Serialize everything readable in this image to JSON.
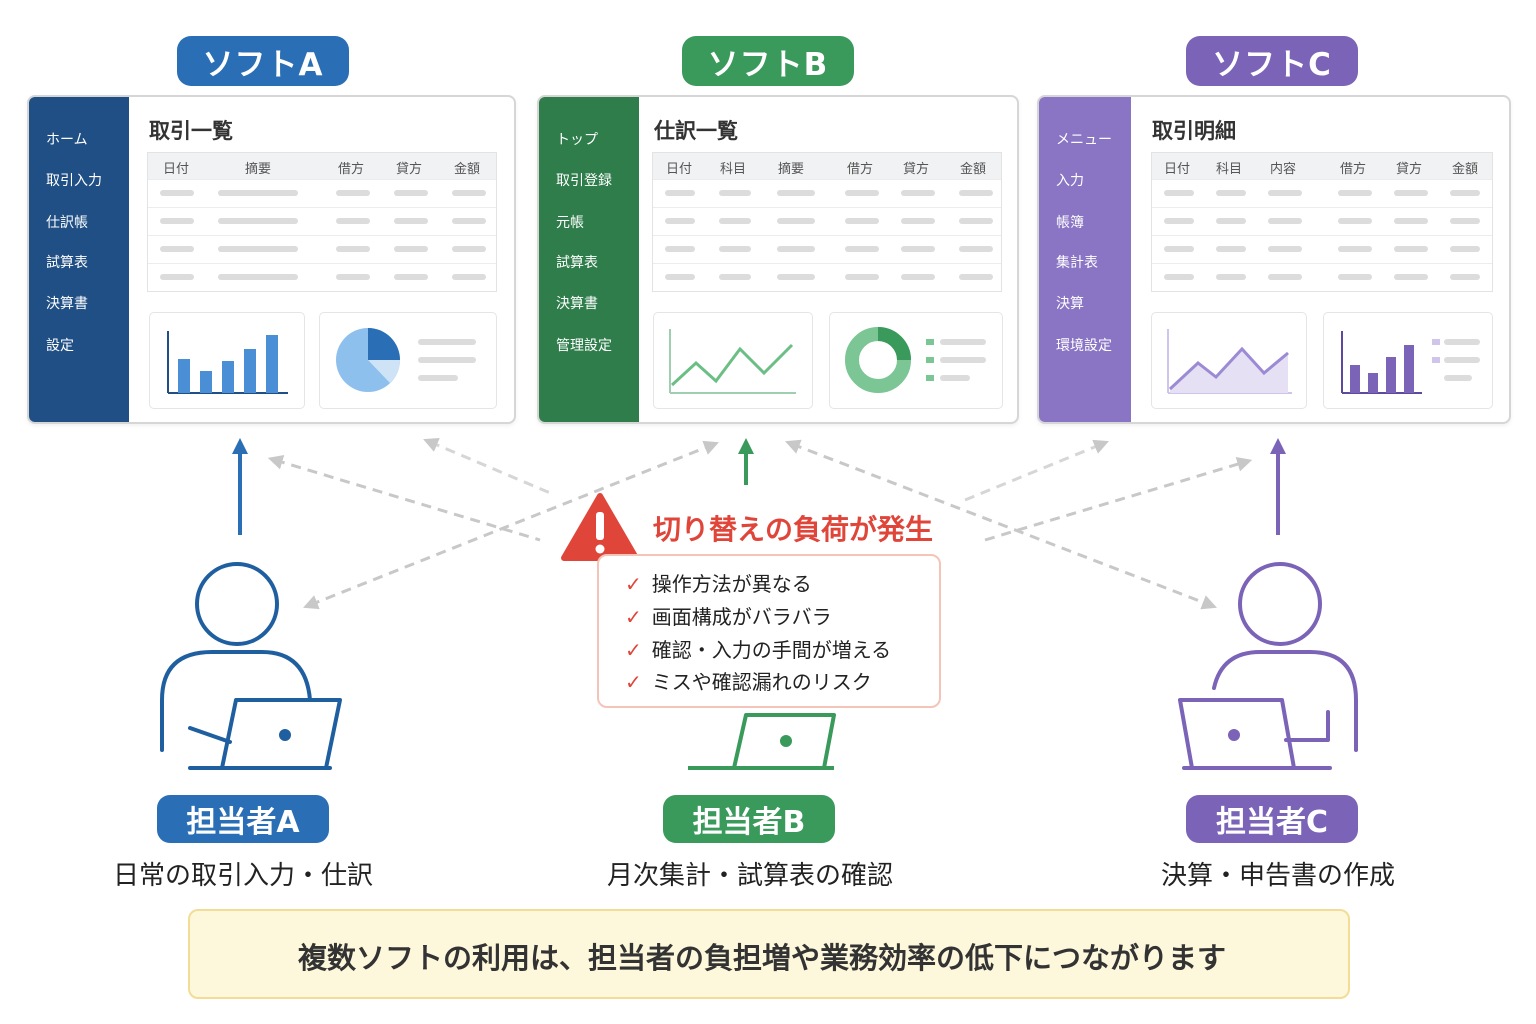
{
  "softwares": [
    {
      "label": "ソフトA",
      "title": "取引一覧",
      "color": "#2a6fb5",
      "side": "#1f4f84",
      "menu": [
        "ホーム",
        "取引入力",
        "仕訳帳",
        "試算表",
        "決算書",
        "設定"
      ],
      "columns": [
        "日付",
        "摘要",
        "借方",
        "貸方",
        "金額"
      ]
    },
    {
      "label": "ソフトB",
      "title": "仕訳一覧",
      "color": "#3a9a5c",
      "side": "#2e7d4b",
      "menu": [
        "トップ",
        "取引登録",
        "元帳",
        "試算表",
        "決算書",
        "管理設定"
      ],
      "columns": [
        "日付",
        "科目",
        "摘要",
        "借方",
        "貸方",
        "金額"
      ]
    },
    {
      "label": "ソフトC",
      "title": "取引明細",
      "color": "#7b63b8",
      "side": "#8a74c4",
      "menu": [
        "メニュー",
        "入力",
        "帳簿",
        "集計表",
        "決算",
        "環境設定"
      ],
      "columns": [
        "日付",
        "科目",
        "内容",
        "借方",
        "貸方",
        "金額"
      ]
    }
  ],
  "warning": {
    "title": "切り替えの負荷が発生",
    "items": [
      "操作方法が異なる",
      "画面構成がバラバラ",
      "確認・入力の手間が増える",
      "ミスや確認漏れのリスク"
    ],
    "color": "#e0453a"
  },
  "roles": [
    {
      "label": "担当者A",
      "desc": "日常の取引入力・仕訳"
    },
    {
      "label": "担当者B",
      "desc": "月次集計・試算表の確認"
    },
    {
      "label": "担当者C",
      "desc": "決算・申告書の作成"
    }
  ],
  "banner": {
    "text": "複数ソフトの利用は、担当者の負担増や業務効率の低下につながります",
    "icon": "lightbulb-icon"
  }
}
